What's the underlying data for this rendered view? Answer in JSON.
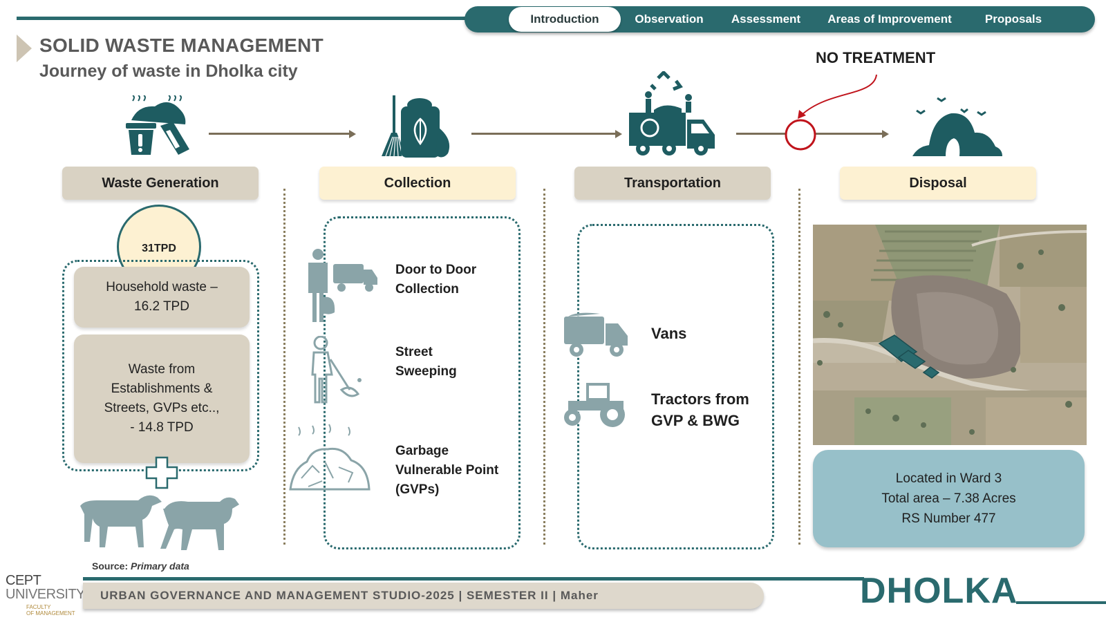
{
  "nav": {
    "items": [
      {
        "label": "Introduction",
        "active": true
      },
      {
        "label": "Observation",
        "active": false
      },
      {
        "label": "Assessment",
        "active": false
      },
      {
        "label": "Areas of Improvement",
        "active": false
      },
      {
        "label": "Proposals",
        "active": false
      }
    ]
  },
  "header": {
    "title": "SOLID WASTE MANAGEMENT",
    "subtitle": "Journey of waste in Dholka city"
  },
  "treatment_note": "NO TREATMENT",
  "stages": {
    "generation": "Waste Generation",
    "collection": "Collection",
    "transportation": "Transportation",
    "disposal": "Disposal"
  },
  "generation": {
    "total": "31TPD",
    "household": [
      "Household waste –",
      "16.2 TPD"
    ],
    "establishments": [
      "Waste from",
      "Establishments &",
      "Streets, GVPs etc..,",
      "- 14.8 TPD"
    ]
  },
  "collection": {
    "door_to_door": [
      "Door to Door",
      "Collection"
    ],
    "street_sweeping": [
      "Street",
      "Sweeping"
    ],
    "gvp": [
      "Garbage",
      "Vulnerable Point",
      "(GVPs)"
    ]
  },
  "transportation": {
    "vans": "Vans",
    "tractors": [
      "Tractors from",
      "GVP & BWG"
    ]
  },
  "disposal": {
    "lines": [
      "Located in Ward 3",
      "Total area – 7.38 Acres",
      "RS Number  477"
    ]
  },
  "source": {
    "label": "Source:",
    "value": "Primary data"
  },
  "footer": {
    "studio": "URBAN GOVERNANCE AND MANAGEMENT STUDIO-2025  |  SEMESTER II  |  Maher",
    "city": "DHOLKA",
    "logo_line1": "CEPT",
    "logo_line2": "UNIVERSITY",
    "logo_line3": "FACULTY",
    "logo_line4": "OF MANAGEMENT"
  },
  "colors": {
    "teal": "#2a6a6e",
    "tan": "#d9d2c3",
    "cream": "#fdf1d2",
    "info": "#97c0c9",
    "icon_gray": "#8aa4a8",
    "red_marker": "#c0141c"
  }
}
